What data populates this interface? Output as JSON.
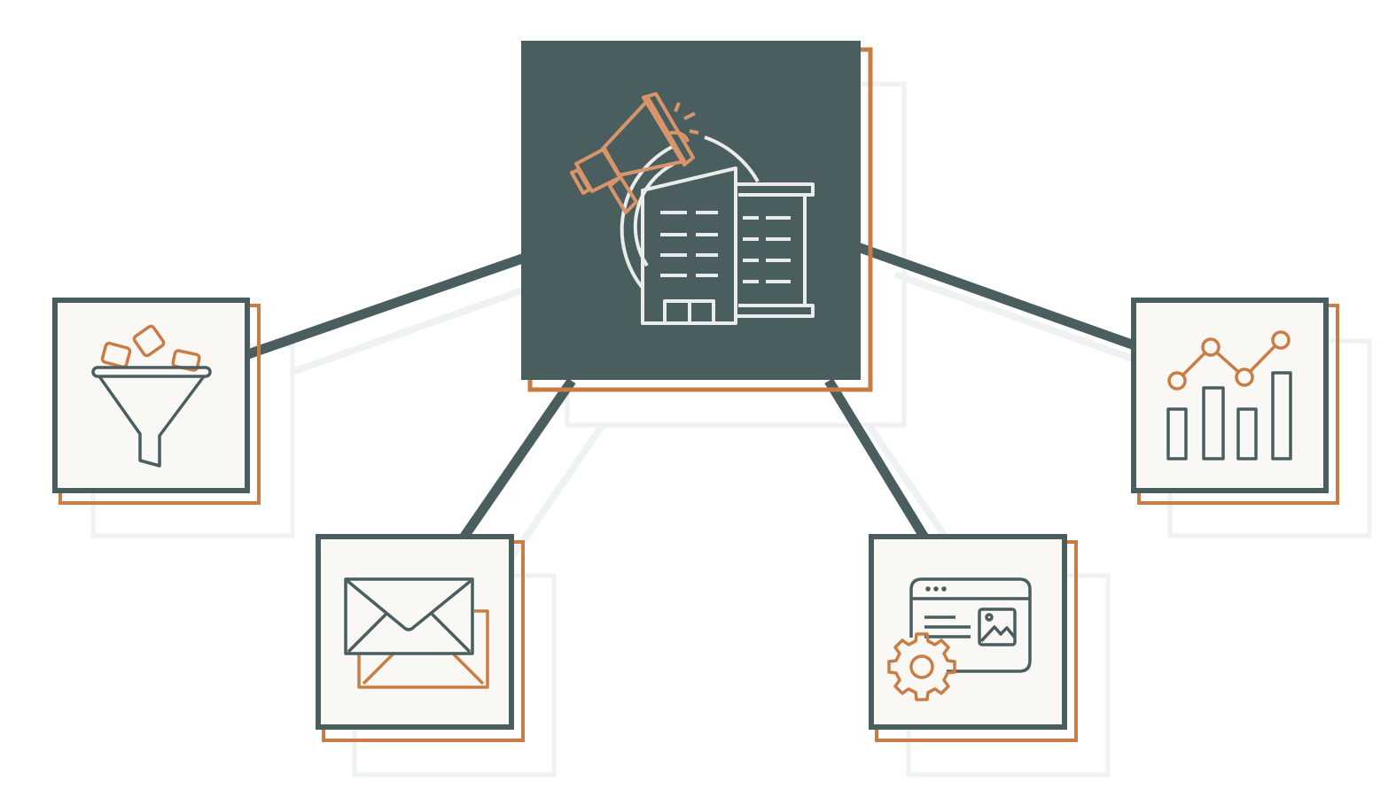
{
  "colors": {
    "background": "#ffffff",
    "slate": "#4b5e5f",
    "accent": "#c97d45",
    "card_fill": "#f9f8f5",
    "shadow": "#eef2f2",
    "hub_icon_line": "#e9ecea"
  },
  "diagram": {
    "hub": {
      "icon": "megaphone-building-icon"
    },
    "nodes": [
      {
        "id": "funnel",
        "icon": "funnel-icon"
      },
      {
        "id": "email",
        "icon": "envelope-icon"
      },
      {
        "id": "web",
        "icon": "browser-gear-icon"
      },
      {
        "id": "analytics",
        "icon": "bar-line-chart-icon"
      }
    ],
    "edges": [
      {
        "from": "hub",
        "to": "funnel"
      },
      {
        "from": "hub",
        "to": "email"
      },
      {
        "from": "hub",
        "to": "web"
      },
      {
        "from": "hub",
        "to": "analytics"
      }
    ]
  }
}
